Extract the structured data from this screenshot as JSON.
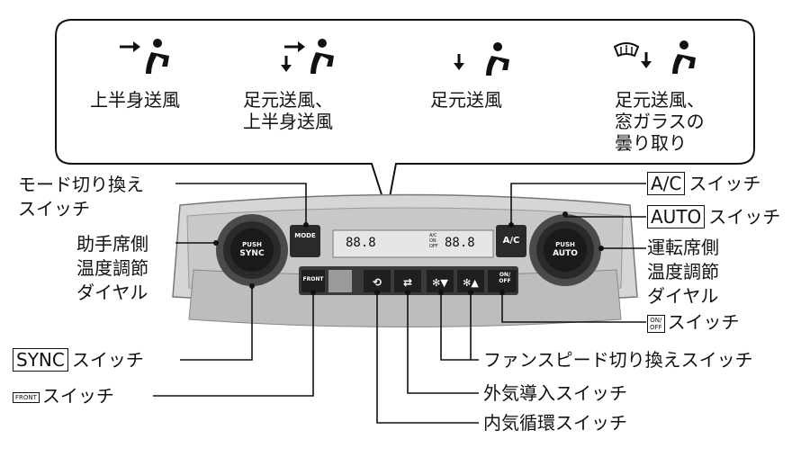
{
  "modes": [
    {
      "label": "上半身送風",
      "icon": "upper-body-airflow-icon"
    },
    {
      "label": "足元送風、\n上半身送風",
      "icon": "floor-and-upper-airflow-icon"
    },
    {
      "label": "足元送風",
      "icon": "floor-airflow-icon"
    },
    {
      "label": "足元送風、\n窓ガラスの\n曇り取り",
      "icon": "floor-and-defrost-airflow-icon"
    }
  ],
  "callouts": {
    "mode_switch": "モード切り換え\nスイッチ",
    "passenger_dial": "助手席側\n温度調節\nダイヤル",
    "sync_box": "SYNC",
    "sync_switch": "スイッチ",
    "front_defrost_switch": "スイッチ",
    "ac_box": "A/C",
    "ac_switch": "スイッチ",
    "auto_box": "AUTO",
    "auto_switch": "スイッチ",
    "driver_dial": "運転席側\n温度調節\nダイヤル",
    "on_off_box": "ON/\nOFF",
    "on_off_switch": "スイッチ",
    "fan_speed_switch": "ファンスピード切り換えスイッチ",
    "fresh_air_switch": "外気導入スイッチ",
    "recirc_switch": "内気循環スイッチ"
  },
  "panel": {
    "lcd_left": "88.8",
    "lcd_right": "88.8",
    "lcd_ac": "A/C\nON\nOFF",
    "left_dial_push": "PUSH",
    "left_dial_label": "SYNC",
    "right_dial_push": "PUSH",
    "right_dial_label": "AUTO",
    "mode_btn": "MODE",
    "ac_btn": "A/C",
    "front_btn": "FRONT",
    "on_off_btn": "ON/\nOFF"
  },
  "colors": {
    "panel_dark": "#3a3a3a",
    "panel_light": "#d0d0d0",
    "button": "#2a2a2a"
  }
}
